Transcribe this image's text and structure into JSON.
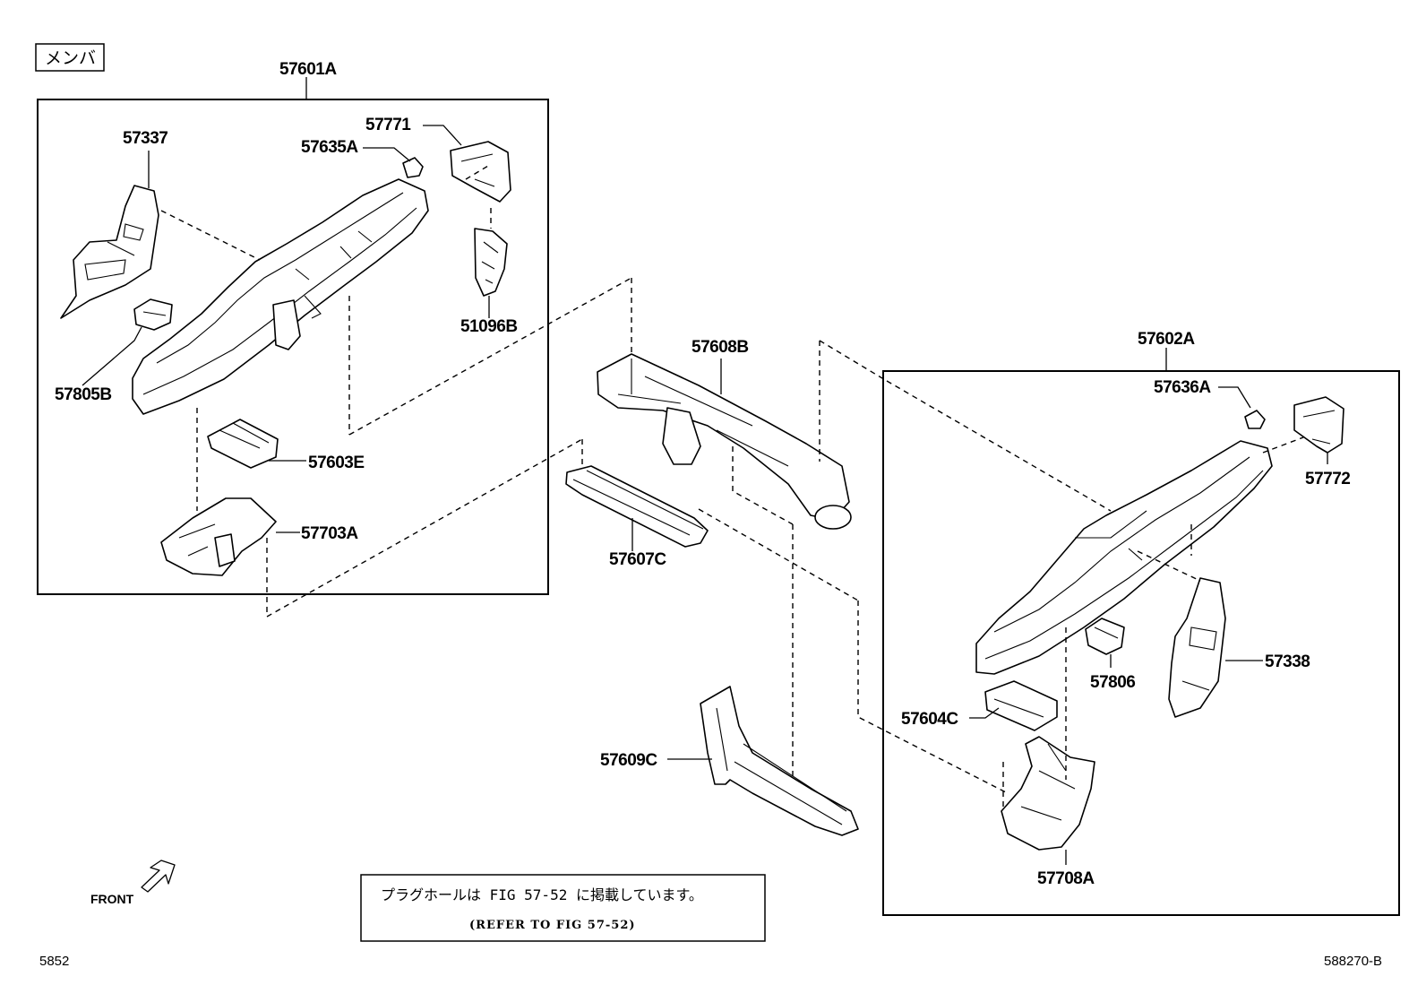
{
  "section_tag": "メンバ",
  "labels": {
    "p57601A": "57601A",
    "p57337": "57337",
    "p57771": "57771",
    "p57635A": "57635A",
    "p51096B": "51096B",
    "p57805B": "57805B",
    "p57603E": "57603E",
    "p57703A": "57703A",
    "p57608B": "57608B",
    "p57607C": "57607C",
    "p57609C": "57609C",
    "p57602A": "57602A",
    "p57636A": "57636A",
    "p57772": "57772",
    "p57806": "57806",
    "p57338": "57338",
    "p57604C": "57604C",
    "p57708A": "57708A"
  },
  "front_label": "FRONT",
  "note": {
    "line1": "プラグホールは FIG 57-52 に掲載しています。",
    "line2": "(REFER TO FIG 57-52)"
  },
  "footer": {
    "left_code": "5852",
    "right_code": "588270-B"
  }
}
